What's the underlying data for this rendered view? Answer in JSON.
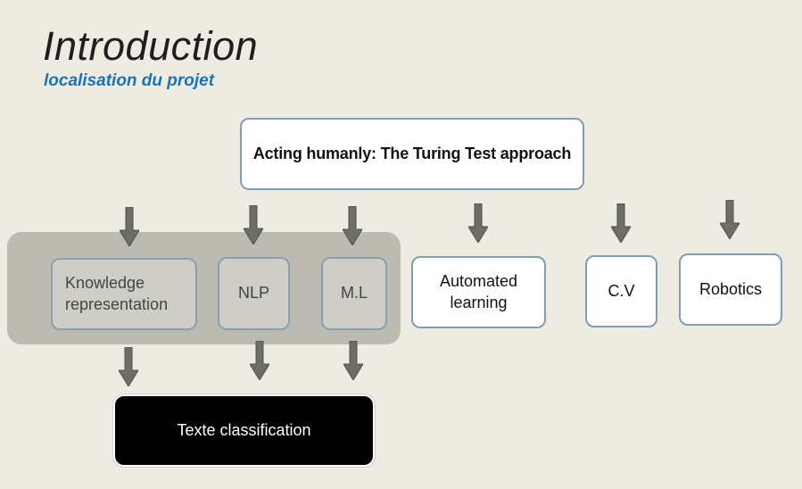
{
  "header": {
    "title": "Introduction",
    "subtitle": "localisation du projet"
  },
  "diagram": {
    "top_node": "Acting humanly: The Turing Test approach",
    "grouped_nodes": {
      "knowledge": "Knowledge representation",
      "nlp": "NLP",
      "ml": "M.L"
    },
    "other_nodes": {
      "automated_learning": "Automated learning",
      "cv": "C.V",
      "robotics": "Robotics"
    },
    "result_node": "Texte classification"
  },
  "colors": {
    "background": "#eeebe3",
    "subtitle": "#1b74b8",
    "box_border": "#7f9db3",
    "group_background": "#bcbbb2",
    "arrow": "#6e6e68"
  }
}
